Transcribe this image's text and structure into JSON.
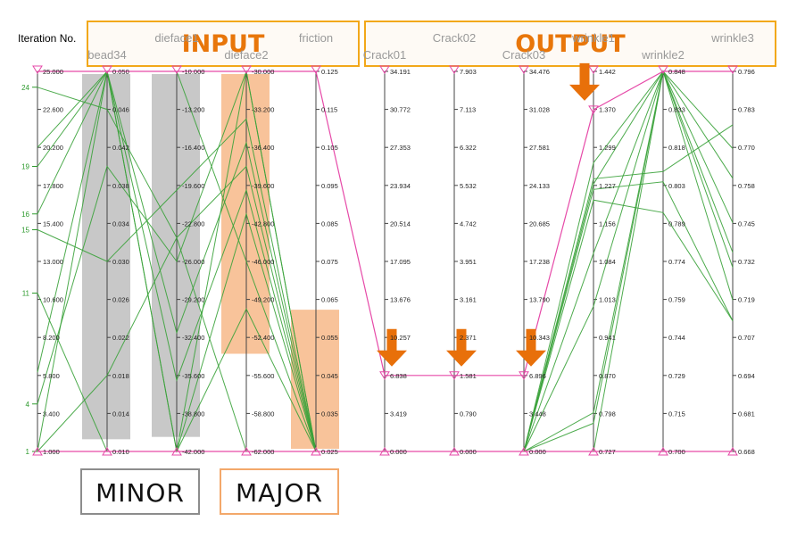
{
  "chart_data": {
    "type": "parallel-coordinates",
    "iteration_axis": {
      "title": "Iteration No.",
      "ticks": [
        "24",
        "19",
        "16",
        "15",
        "11",
        "4",
        "1"
      ],
      "range": [
        1,
        25
      ]
    },
    "axes": [
      {
        "name": "",
        "min": 1.0,
        "max": 25.0,
        "ticks": [
          "25.000",
          "22.600",
          "20.200",
          "17.800",
          "15.400",
          "13.000",
          "10.600",
          "8.200",
          "5.800",
          "3.400",
          "1.000"
        ]
      },
      {
        "name": "bead34",
        "min": 0.01,
        "max": 0.05,
        "ticks": [
          "0.050",
          "0.046",
          "0.042",
          "0.038",
          "0.034",
          "0.030",
          "0.026",
          "0.022",
          "0.018",
          "0.014",
          "0.010"
        ]
      },
      {
        "name": "dieface1",
        "min": -42.0,
        "max": -10.0,
        "ticks": [
          "-10.000",
          "-13.200",
          "-16.400",
          "-19.600",
          "-22.800",
          "-26.000",
          "-29.200",
          "-32.400",
          "-35.600",
          "-38.800",
          "-42.000"
        ]
      },
      {
        "name": "dieface2",
        "min": -62.0,
        "max": -30.0,
        "ticks": [
          "-30.000",
          "-33.200",
          "-36.400",
          "-39.600",
          "-42.800",
          "-46.000",
          "-49.200",
          "-52.400",
          "-55.600",
          "-58.800",
          "-62.000"
        ]
      },
      {
        "name": "friction",
        "min": 0.025,
        "max": 0.125,
        "ticks": [
          "0.125",
          "0.115",
          "0.105",
          "0.095",
          "0.085",
          "0.075",
          "0.065",
          "0.055",
          "0.045",
          "0.035",
          "0.025"
        ]
      },
      {
        "name": "Crack01",
        "min": 0.0,
        "max": 34.191,
        "ticks": [
          "34.191",
          "30.772",
          "27.353",
          "23.934",
          "20.514",
          "17.095",
          "13.676",
          "10.257",
          "6.838",
          "3.419",
          "0.000"
        ]
      },
      {
        "name": "Crack02",
        "min": 0.0,
        "max": 7.903,
        "ticks": [
          "7.903",
          "7.113",
          "6.322",
          "5.532",
          "4.742",
          "3.951",
          "3.161",
          "2.371",
          "1.581",
          "0.790",
          "0.000"
        ]
      },
      {
        "name": "Crack03",
        "min": 0.0,
        "max": 34.476,
        "ticks": [
          "34.476",
          "31.028",
          "27.581",
          "24.133",
          "20.685",
          "17.238",
          "13.790",
          "10.343",
          "6.896",
          "3.448",
          "0.000"
        ]
      },
      {
        "name": "wrinkle1",
        "min": 0.727,
        "max": 1.442,
        "ticks": [
          "1.442",
          "1.370",
          "1.299",
          "1.227",
          "1.156",
          "1.084",
          "1.013",
          "0.941",
          "0.870",
          "0.798",
          "0.727"
        ]
      },
      {
        "name": "wrinkle2",
        "min": 0.7,
        "max": 0.848,
        "ticks": [
          "0.848",
          "0.833",
          "0.818",
          "0.803",
          "0.789",
          "0.774",
          "0.759",
          "0.744",
          "0.729",
          "0.715",
          "0.700"
        ]
      },
      {
        "name": "wrinkle3",
        "min": 0.668,
        "max": 0.796,
        "ticks": [
          "0.796",
          "0.783",
          "0.770",
          "0.758",
          "0.745",
          "0.732",
          "0.719",
          "0.707",
          "0.694",
          "0.681",
          "0.668"
        ]
      }
    ],
    "axis_title_row": [
      "upper",
      "lower",
      "upper",
      "lower",
      "upper",
      "lower",
      "upper",
      "lower",
      "upper",
      "lower",
      "upper"
    ],
    "groups": [
      {
        "title": "INPUT",
        "first_axis": 1,
        "last_axis": 4
      },
      {
        "title": "OUTPUT",
        "first_axis": 5,
        "last_axis": 10
      }
    ],
    "shaded_ranges": [
      {
        "axis": 1,
        "from": 0.011,
        "to": 0.05,
        "kind": "minor"
      },
      {
        "axis": 2,
        "from": -41.0,
        "to": -10.0,
        "kind": "minor"
      },
      {
        "axis": 3,
        "from": -54.0,
        "to": -30.0,
        "kind": "major"
      },
      {
        "axis": 4,
        "from": 0.025,
        "to": 0.063,
        "kind": "major"
      }
    ],
    "arrows_on_axes": [
      5,
      6,
      7,
      8
    ],
    "highlight_line": [
      25.0,
      0.05,
      -10.0,
      -30.0,
      0.125,
      6.838,
      1.581,
      6.896,
      1.37,
      0.848,
      0.796
    ],
    "lines": [
      [
        24.0,
        0.046,
        -24.0,
        -38.0,
        0.025,
        0.0,
        0.0,
        0.0,
        0.78,
        0.848,
        0.73
      ],
      [
        19.0,
        0.05,
        -42.0,
        -42.0,
        0.025,
        0.0,
        0.0,
        0.0,
        0.8,
        0.848,
        0.745
      ],
      [
        16.0,
        0.05,
        -10.0,
        -46.0,
        0.025,
        0.0,
        0.0,
        0.0,
        1.27,
        0.848,
        0.719
      ],
      [
        15.0,
        0.03,
        -20.0,
        -34.0,
        0.025,
        0.0,
        0.0,
        0.0,
        1.24,
        0.809,
        0.778
      ],
      [
        11.0,
        0.01,
        -42.0,
        -30.0,
        0.025,
        0.0,
        0.0,
        0.0,
        1.22,
        0.805,
        0.712
      ],
      [
        4.0,
        0.04,
        -26.0,
        -30.0,
        0.025,
        0.0,
        0.0,
        0.0,
        1.2,
        0.793,
        0.712
      ],
      [
        1.0,
        0.05,
        -42.0,
        -50.0,
        0.025,
        0.0,
        0.0,
        0.0,
        1.23,
        0.848,
        0.77
      ],
      [
        1.0,
        0.018,
        -24.0,
        -62.0,
        0.025,
        0.0,
        0.0,
        0.0,
        0.727,
        0.848,
        0.796
      ],
      [
        20.2,
        0.05,
        -36.0,
        -40.0,
        0.025,
        0.0,
        0.0,
        0.0,
        1.0,
        0.848,
        0.76
      ],
      [
        6.0,
        0.05,
        -32.0,
        -36.0,
        0.025,
        0.0,
        0.0,
        0.0,
        1.1,
        0.848,
        0.735
      ]
    ],
    "colors": {
      "line": "#3aa23a",
      "highlight": "#e64aa8",
      "axis": "#444444",
      "minor_fill": "#c8c8c8",
      "major_fill": "#f8c39a",
      "group_border": "#f2a81a",
      "arrow": "#e8700a"
    }
  },
  "legend": {
    "minor": "MINOR",
    "major": "MAJOR"
  }
}
